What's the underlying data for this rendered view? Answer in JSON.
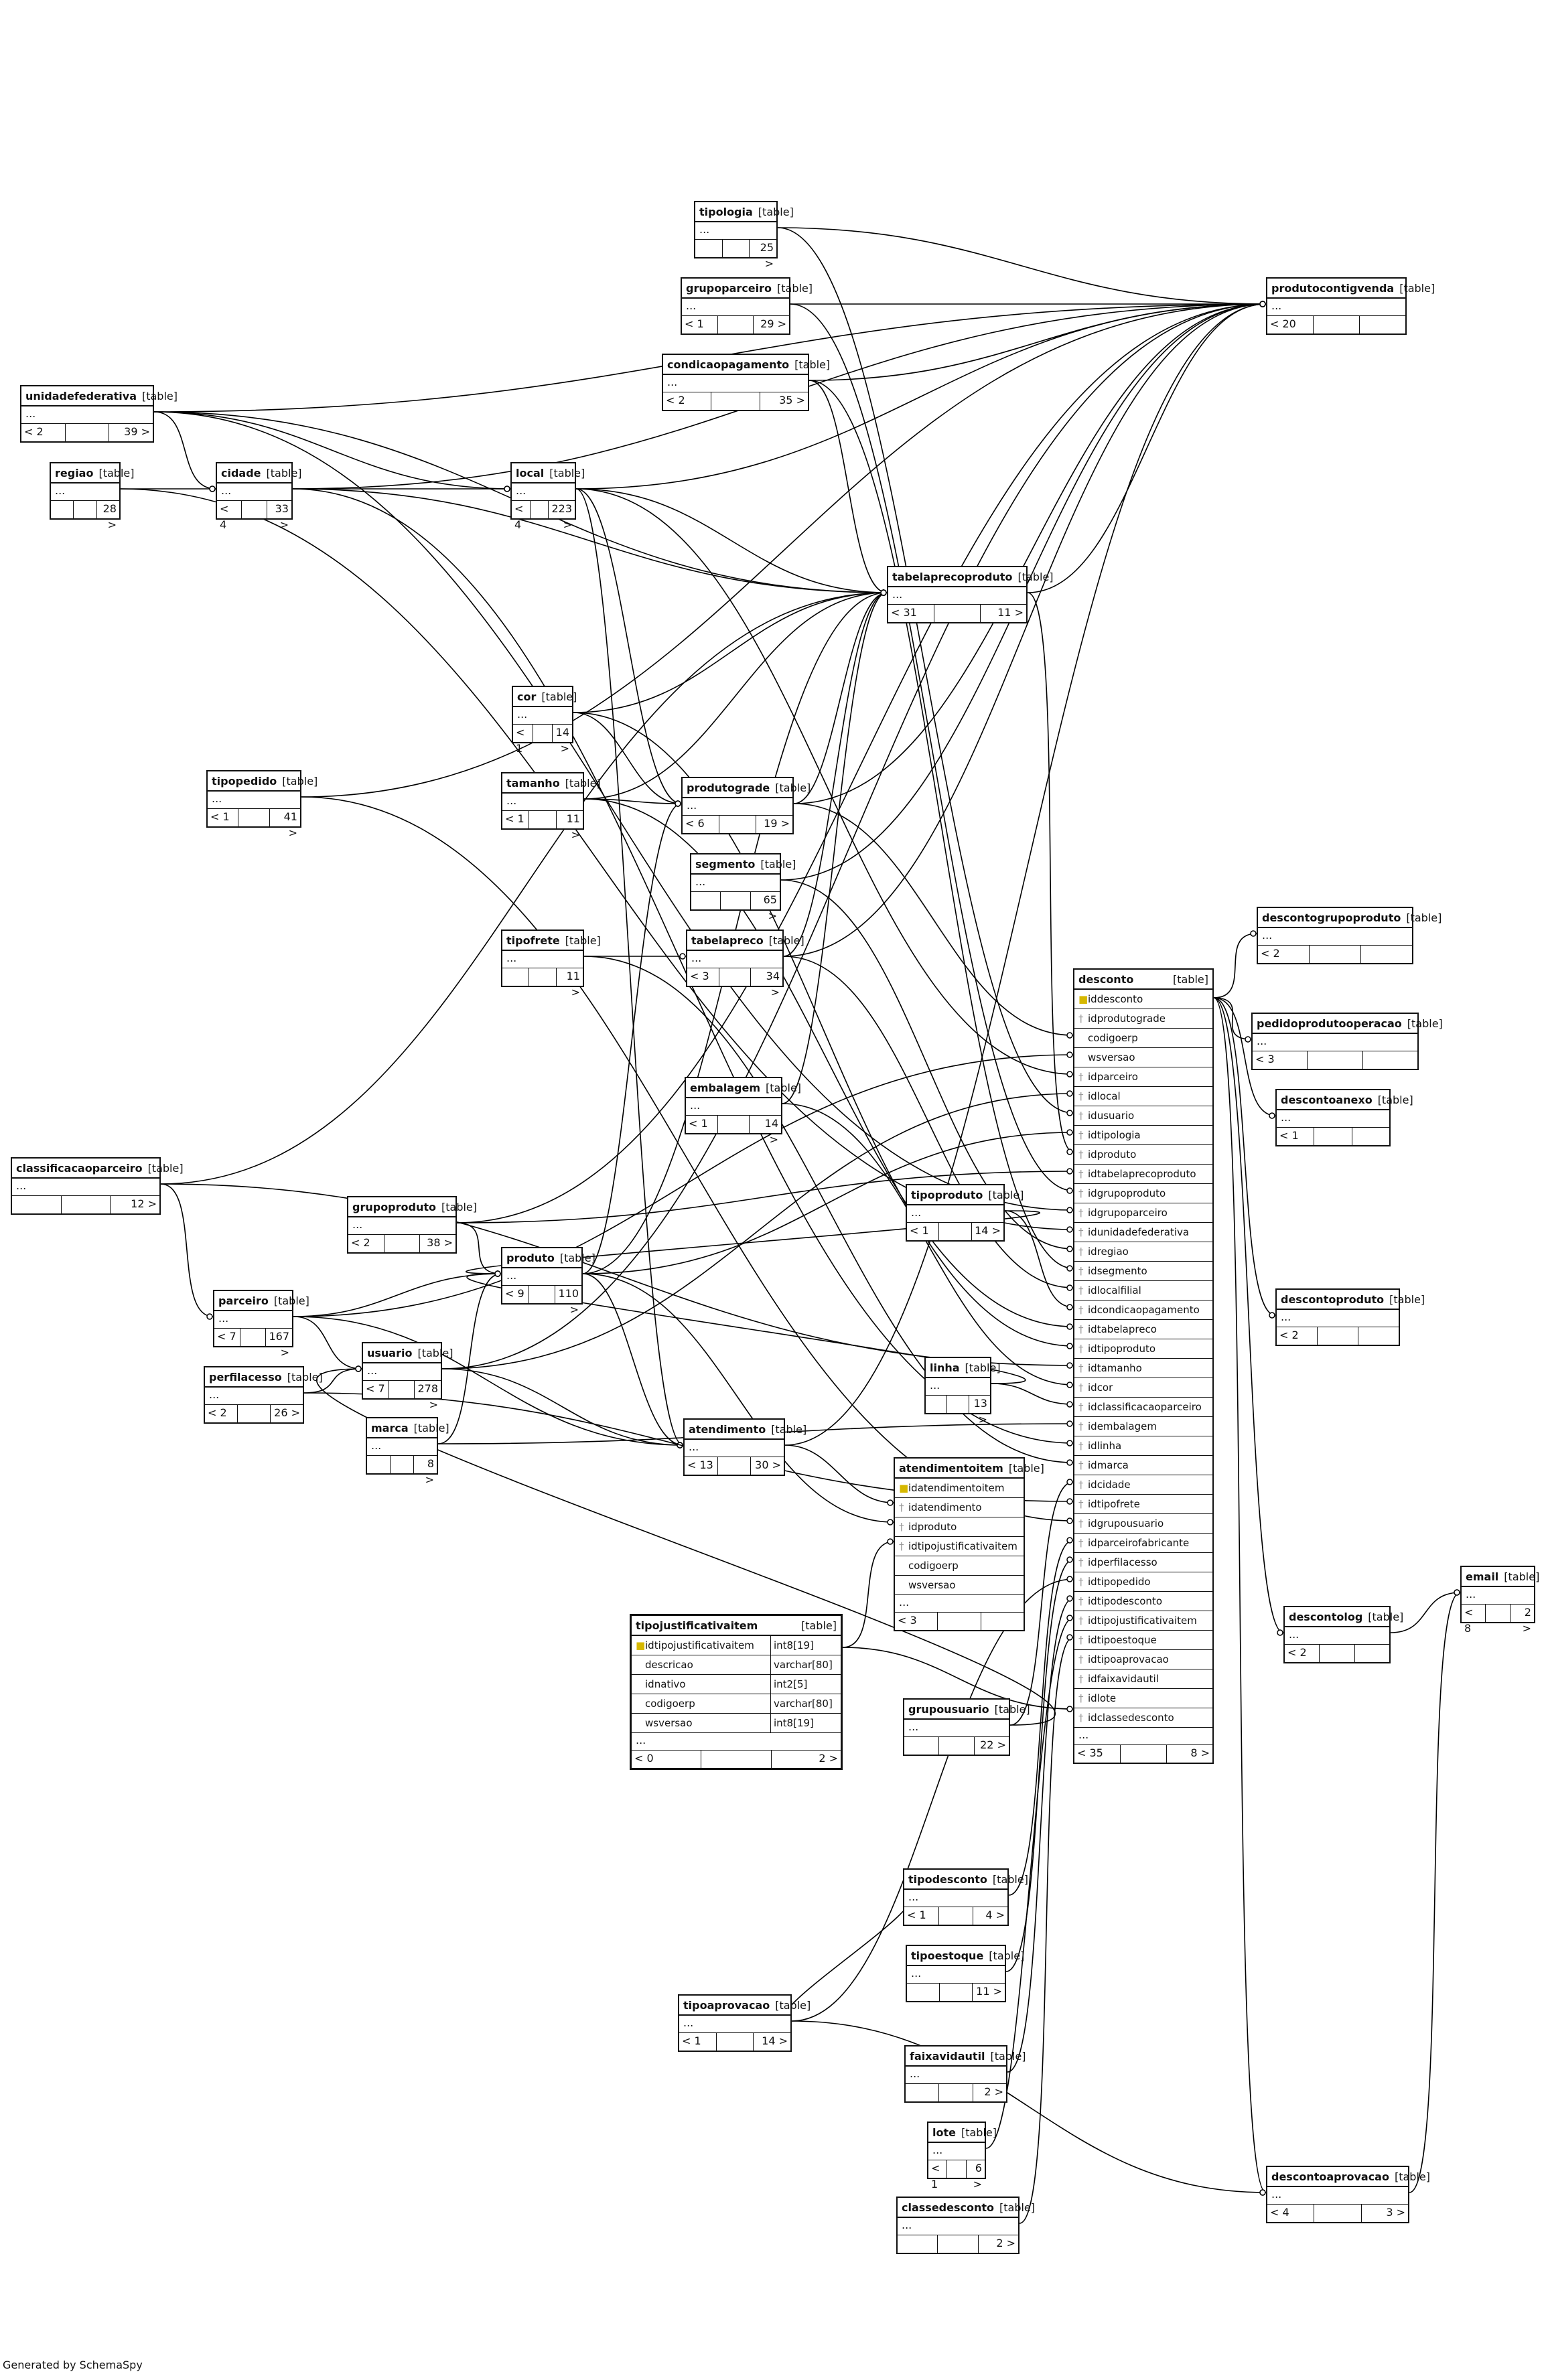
{
  "credit": "Generated by SchemaSpy",
  "tag": "[table]",
  "tables": [
    {
      "name": "unidadefederativa",
      "left": "< 2",
      "right": "39 >"
    },
    {
      "name": "regiao",
      "left": "",
      "right": "28 >"
    },
    {
      "name": "cidade",
      "left": "< 4",
      "right": "33 >"
    },
    {
      "name": "local",
      "left": "< 4",
      "right": "223 >"
    },
    {
      "name": "tipologia",
      "left": "",
      "right": "25 >"
    },
    {
      "name": "grupoparceiro",
      "left": "< 1",
      "right": "29 >"
    },
    {
      "name": "condicaopagamento",
      "left": "< 2",
      "right": "35 >"
    },
    {
      "name": "produtocontigvenda",
      "left": "< 20",
      "right": ""
    },
    {
      "name": "tabelaprecoproduto",
      "left": "< 31",
      "right": "11 >"
    },
    {
      "name": "cor",
      "left": "< 1",
      "right": "14 >"
    },
    {
      "name": "tamanho",
      "left": "< 1",
      "right": "11 >"
    },
    {
      "name": "produtograde",
      "left": "< 6",
      "right": "19 >"
    },
    {
      "name": "segmento",
      "left": "",
      "right": "65 >"
    },
    {
      "name": "tipopedido",
      "left": "< 1",
      "right": "41 >"
    },
    {
      "name": "tipofrete",
      "left": "",
      "right": "11 >"
    },
    {
      "name": "tabelapreco",
      "left": "< 3",
      "right": "34 >"
    },
    {
      "name": "descontogrupoproduto",
      "left": "< 2",
      "right": ""
    },
    {
      "name": "pedidoprodutooperacao",
      "left": "< 3",
      "right": ""
    },
    {
      "name": "descontoanexo",
      "left": "< 1",
      "right": ""
    },
    {
      "name": "embalagem",
      "left": "< 1",
      "right": "14 >"
    },
    {
      "name": "classificacaoparceiro",
      "left": "",
      "right": "12 >"
    },
    {
      "name": "tipoproduto",
      "left": "< 1",
      "right": "14 >"
    },
    {
      "name": "grupoproduto",
      "left": "< 2",
      "right": "38 >"
    },
    {
      "name": "produto",
      "left": "< 9",
      "right": "110 >"
    },
    {
      "name": "descontoproduto",
      "left": "< 2",
      "right": ""
    },
    {
      "name": "parceiro",
      "left": "< 7",
      "right": "167 >"
    },
    {
      "name": "usuario",
      "left": "< 7",
      "right": "278 >"
    },
    {
      "name": "perfilacesso",
      "left": "< 2",
      "right": "26 >"
    },
    {
      "name": "linha",
      "left": "",
      "right": "13 >"
    },
    {
      "name": "marca",
      "left": "",
      "right": "8 >"
    },
    {
      "name": "atendimento",
      "left": "< 13",
      "right": "30 >"
    },
    {
      "name": "grupousuario",
      "left": "",
      "right": "22 >"
    },
    {
      "name": "email",
      "left": "< 8",
      "right": "2 >"
    },
    {
      "name": "descontolog",
      "left": "< 2",
      "right": ""
    },
    {
      "name": "tipodesconto",
      "left": "< 1",
      "right": "4 >"
    },
    {
      "name": "tipoestoque",
      "left": "",
      "right": "11 >"
    },
    {
      "name": "tipoaprovacao",
      "left": "< 1",
      "right": "14 >"
    },
    {
      "name": "faixavidautil",
      "left": "",
      "right": "2 >"
    },
    {
      "name": "lote",
      "left": "< 1",
      "right": "6 >"
    },
    {
      "name": "classedesconto",
      "left": "",
      "right": "2 >"
    },
    {
      "name": "descontoaprovacao",
      "left": "< 4",
      "right": "3 >"
    }
  ],
  "desconto": {
    "name": "desconto",
    "columns": [
      {
        "k": "pk",
        "n": "iddesconto"
      },
      {
        "k": "fk",
        "n": "idprodutograde"
      },
      {
        "k": "",
        "n": "codigoerp"
      },
      {
        "k": "",
        "n": "wsversao"
      },
      {
        "k": "fk",
        "n": "idparceiro"
      },
      {
        "k": "fk",
        "n": "idlocal"
      },
      {
        "k": "fk",
        "n": "idusuario"
      },
      {
        "k": "fk",
        "n": "idtipologia"
      },
      {
        "k": "fk",
        "n": "idproduto"
      },
      {
        "k": "fk",
        "n": "idtabelaprecoproduto"
      },
      {
        "k": "fk",
        "n": "idgrupoproduto"
      },
      {
        "k": "fk",
        "n": "idgrupoparceiro"
      },
      {
        "k": "fk",
        "n": "idunidadefederativa"
      },
      {
        "k": "fk",
        "n": "idregiao"
      },
      {
        "k": "fk",
        "n": "idsegmento"
      },
      {
        "k": "fk",
        "n": "idlocalfilial"
      },
      {
        "k": "fk",
        "n": "idcondicaopagamento"
      },
      {
        "k": "fk",
        "n": "idtabelapreco"
      },
      {
        "k": "fk",
        "n": "idtipoproduto"
      },
      {
        "k": "fk",
        "n": "idtamanho"
      },
      {
        "k": "fk",
        "n": "idcor"
      },
      {
        "k": "fk",
        "n": "idclassificacaoparceiro"
      },
      {
        "k": "fk",
        "n": "idembalagem"
      },
      {
        "k": "fk",
        "n": "idlinha"
      },
      {
        "k": "fk",
        "n": "idmarca"
      },
      {
        "k": "fk",
        "n": "idcidade"
      },
      {
        "k": "fk",
        "n": "idtipofrete"
      },
      {
        "k": "fk",
        "n": "idgrupousuario"
      },
      {
        "k": "fk",
        "n": "idparceirofabricante"
      },
      {
        "k": "fk",
        "n": "idperfilacesso"
      },
      {
        "k": "fk",
        "n": "idtipopedido"
      },
      {
        "k": "fk",
        "n": "idtipodesconto"
      },
      {
        "k": "fk",
        "n": "idtipojustificativaitem"
      },
      {
        "k": "fk",
        "n": "idtipoestoque"
      },
      {
        "k": "fk",
        "n": "idtipoaprovacao"
      },
      {
        "k": "fk",
        "n": "idfaixavidautil"
      },
      {
        "k": "fk",
        "n": "idlote"
      },
      {
        "k": "fk",
        "n": "idclassedesconto"
      }
    ],
    "left": "< 35",
    "right": "8 >"
  },
  "atendimentoitem": {
    "name": "atendimentoitem",
    "columns": [
      {
        "k": "pk",
        "n": "idatendimentoitem"
      },
      {
        "k": "fk",
        "n": "idatendimento"
      },
      {
        "k": "fk",
        "n": "idproduto"
      },
      {
        "k": "fk",
        "n": "idtipojustificativaitem"
      },
      {
        "k": "",
        "n": "codigoerp"
      },
      {
        "k": "",
        "n": "wsversao"
      }
    ],
    "left": "< 3",
    "right": ""
  },
  "tipojustificativaitem": {
    "name": "tipojustificativaitem",
    "columns": [
      {
        "k": "pk",
        "n": "idtipojustificativaitem",
        "t": "int8[19]"
      },
      {
        "k": "",
        "n": "descricao",
        "t": "varchar[80]"
      },
      {
        "k": "",
        "n": "idnativo",
        "t": "int2[5]"
      },
      {
        "k": "",
        "n": "codigoerp",
        "t": "varchar[80]"
      },
      {
        "k": "",
        "n": "wsversao",
        "t": "int8[19]"
      }
    ],
    "left": "< 0",
    "right": "2 >"
  },
  "ellipsis": "..."
}
